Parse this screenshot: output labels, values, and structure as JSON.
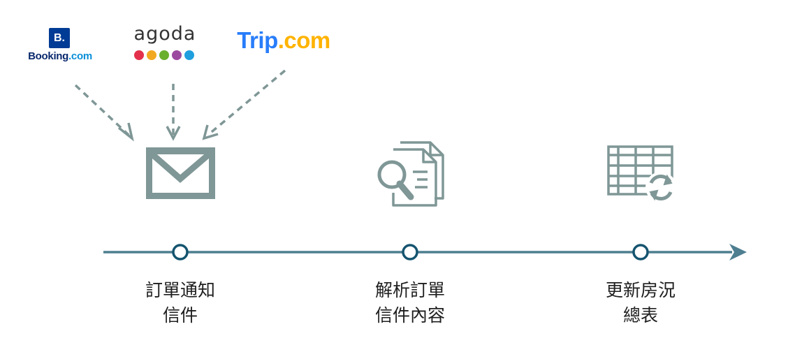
{
  "logos": {
    "booking": {
      "badge": "B.",
      "name": "Booking",
      "domain": ".com",
      "badge_color": "#003b95"
    },
    "agoda": {
      "name": "agoda",
      "dot_colors": [
        "#e4314b",
        "#f2a921",
        "#6aaf2e",
        "#9b4aa0",
        "#1f9fde"
      ]
    },
    "trip": {
      "name": "Trip",
      "domain": ".com",
      "color": "#287dfa",
      "dot_color": "#ffb300"
    }
  },
  "steps": [
    {
      "icon": "envelope-icon",
      "line1": "訂單通知",
      "line2": "信件"
    },
    {
      "icon": "document-search-icon",
      "line1": "解析訂單",
      "line2": "信件內容"
    },
    {
      "icon": "table-refresh-icon",
      "line1": "更新房況",
      "line2": "總表"
    }
  ],
  "colors": {
    "icon": "#7f9796",
    "timeline": "#4e7f91",
    "node_stroke": "#15546f",
    "arrow_dashed": "#7f9796"
  }
}
